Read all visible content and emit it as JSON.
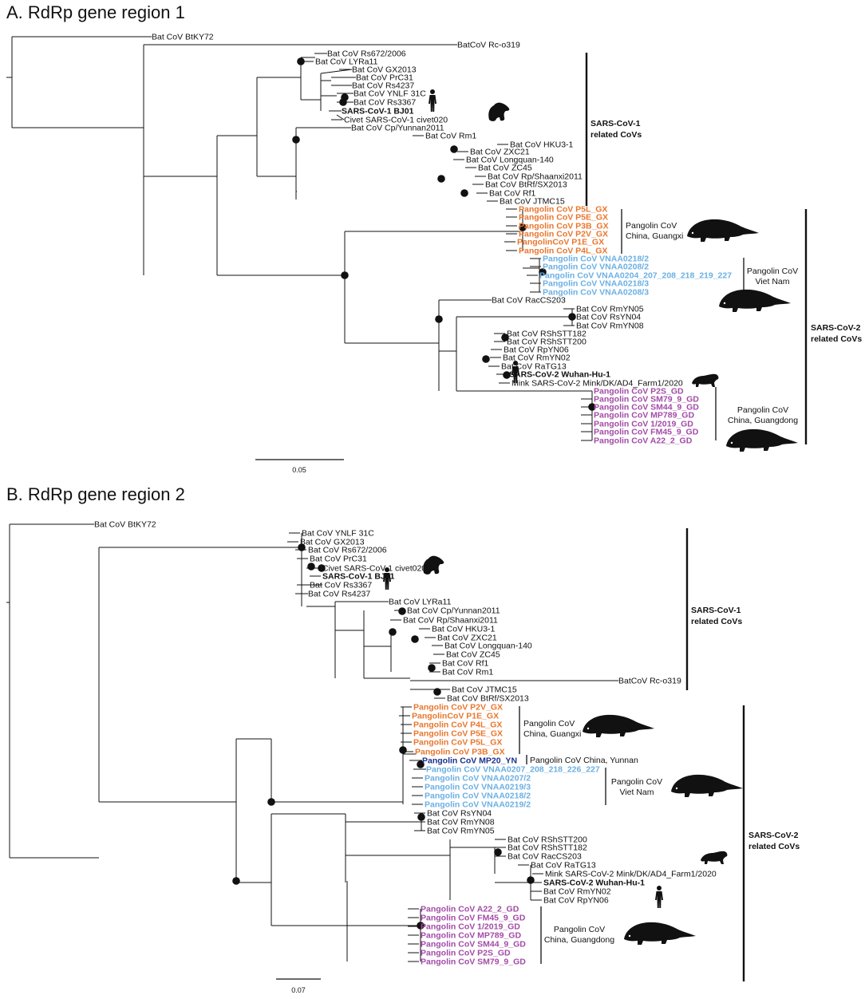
{
  "colors": {
    "black": "#111111",
    "orange": "#E8772E",
    "light_blue": "#6BB0E3",
    "purple": "#A24BA6",
    "dark_blue": "#1A2F8A"
  },
  "icons": {
    "human": "human-silhouette-icon",
    "civet": "civet-silhouette-icon",
    "mink": "mink-silhouette-icon",
    "pangolin": "pangolin-silhouette-icon"
  },
  "panelA": {
    "title": "A. RdRp gene region 1",
    "scale_label": "0.05",
    "leaves": [
      {
        "label": "Bat CoV BtKY72",
        "color": "black",
        "bold": false
      },
      {
        "label": "BatCoV Rc-o319",
        "color": "black",
        "bold": false
      },
      {
        "label": "Bat CoV Rs672/2006",
        "color": "black",
        "bold": false
      },
      {
        "label": "Bat CoV LYRa11",
        "color": "black",
        "bold": false
      },
      {
        "label": "Bat CoV GX2013",
        "color": "black",
        "bold": false
      },
      {
        "label": "Bat CoV PrC31",
        "color": "black",
        "bold": false
      },
      {
        "label": "Bat CoV Rs4237",
        "color": "black",
        "bold": false
      },
      {
        "label": "Bat CoV YNLF 31C",
        "color": "black",
        "bold": false
      },
      {
        "label": "Bat CoV Rs3367",
        "color": "black",
        "bold": false
      },
      {
        "label": "SARS-CoV-1 BJ01",
        "color": "black",
        "bold": true
      },
      {
        "label": "Civet SARS-CoV-1 civet020",
        "color": "black",
        "bold": false
      },
      {
        "label": "Bat CoV Cp/Yunnan2011",
        "color": "black",
        "bold": false
      },
      {
        "label": "Bat CoV Rm1",
        "color": "black",
        "bold": false
      },
      {
        "label": "Bat CoV HKU3-1",
        "color": "black",
        "bold": false
      },
      {
        "label": "Bat CoV ZXC21",
        "color": "black",
        "bold": false
      },
      {
        "label": "Bat CoV Longquan-140",
        "color": "black",
        "bold": false
      },
      {
        "label": "Bat CoV ZC45",
        "color": "black",
        "bold": false
      },
      {
        "label": "Bat CoV Rp/Shaanxi2011",
        "color": "black",
        "bold": false
      },
      {
        "label": "Bat CoV BtRf/SX2013",
        "color": "black",
        "bold": false
      },
      {
        "label": "Bat CoV Rf1",
        "color": "black",
        "bold": false
      },
      {
        "label": "Bat CoV JTMC15",
        "color": "black",
        "bold": false
      },
      {
        "label": "Pangolin CoV P5L_GX",
        "color": "orange",
        "bold": true
      },
      {
        "label": "Pangolin CoV P5E_GX",
        "color": "orange",
        "bold": true
      },
      {
        "label": "Pangolin CoV P3B_GX",
        "color": "orange",
        "bold": true
      },
      {
        "label": "Pangolin CoV P2V_GX",
        "color": "orange",
        "bold": true
      },
      {
        "label": "PangolinCoV P1E_GX",
        "color": "orange",
        "bold": true
      },
      {
        "label": "Pangolin CoV P4L_GX",
        "color": "orange",
        "bold": true
      },
      {
        "label": "Pangolin CoV VNAA0218/2",
        "color": "light_blue",
        "bold": true
      },
      {
        "label": "Pangolin CoV VNAA0208/2",
        "color": "light_blue",
        "bold": true
      },
      {
        "label": "Pangolin CoV VNAA0204_207_208_218_219_227",
        "color": "light_blue",
        "bold": true
      },
      {
        "label": "Pangolin CoV VNAA0218/3",
        "color": "light_blue",
        "bold": true
      },
      {
        "label": "Pangolin CoV VNAA0208/3",
        "color": "light_blue",
        "bold": true
      },
      {
        "label": "Bat CoV RacCS203",
        "color": "black",
        "bold": false
      },
      {
        "label": "Bat CoV RmYN05",
        "color": "black",
        "bold": false
      },
      {
        "label": "Bat CoV RsYN04",
        "color": "black",
        "bold": false
      },
      {
        "label": "Bat CoV RmYN08",
        "color": "black",
        "bold": false
      },
      {
        "label": "Bat CoV RShSTT182",
        "color": "black",
        "bold": false
      },
      {
        "label": "Bat CoV RShSTT200",
        "color": "black",
        "bold": false
      },
      {
        "label": "Bat CoV RpYN06",
        "color": "black",
        "bold": false
      },
      {
        "label": "Bat CoV RmYN02",
        "color": "black",
        "bold": false
      },
      {
        "label": "Bat CoV RaTG13",
        "color": "black",
        "bold": false
      },
      {
        "label": "SARS-CoV-2 Wuhan-Hu-1",
        "color": "black",
        "bold": true
      },
      {
        "label": "Mink SARS-CoV-2 Mink/DK/AD4_Farm1/2020",
        "color": "black",
        "bold": false
      },
      {
        "label": "Pangolin CoV P2S_GD",
        "color": "purple",
        "bold": true
      },
      {
        "label": "Pangolin CoV SM79_9_GD",
        "color": "purple",
        "bold": true
      },
      {
        "label": "Pangolin CoV SM44_9_GD",
        "color": "purple",
        "bold": true
      },
      {
        "label": "Pangolin CoV MP789_GD",
        "color": "purple",
        "bold": true
      },
      {
        "label": "Pangolin CoV 1/2019_GD",
        "color": "purple",
        "bold": true
      },
      {
        "label": "Pangolin CoV FM45_9_GD",
        "color": "purple",
        "bold": true
      },
      {
        "label": "Pangolin CoV A22_2_GD",
        "color": "purple",
        "bold": true
      }
    ],
    "clade_labels": [
      {
        "line1": "Pangolin CoV",
        "line2": "China, Guangxi"
      },
      {
        "line1": "Pangolin CoV",
        "line2": "Viet Nam"
      },
      {
        "line1": "Pangolin CoV",
        "line2": "China, Guangdong"
      }
    ],
    "groups": [
      {
        "line1": "SARS-CoV-1",
        "line2": "related CoVs"
      },
      {
        "line1": "SARS-CoV-2",
        "line2": "related CoVs"
      }
    ]
  },
  "panelB": {
    "title": "B. RdRp gene region 2",
    "scale_label": "0.07",
    "leaves": [
      {
        "label": "Bat CoV BtKY72",
        "color": "black",
        "bold": false
      },
      {
        "label": "Bat CoV YNLF 31C",
        "color": "black",
        "bold": false
      },
      {
        "label": "Bat CoV GX2013",
        "color": "black",
        "bold": false
      },
      {
        "label": "Bat CoV Rs672/2006",
        "color": "black",
        "bold": false
      },
      {
        "label": "Bat CoV PrC31",
        "color": "black",
        "bold": false
      },
      {
        "label": "Civet SARS-CoV-1 civet020",
        "color": "black",
        "bold": false
      },
      {
        "label": "SARS-CoV-1 BJ01",
        "color": "black",
        "bold": true
      },
      {
        "label": "Bat CoV Rs3367",
        "color": "black",
        "bold": false
      },
      {
        "label": "Bat CoV Rs4237",
        "color": "black",
        "bold": false
      },
      {
        "label": "Bat CoV LYRa11",
        "color": "black",
        "bold": false
      },
      {
        "label": "Bat CoV Cp/Yunnan2011",
        "color": "black",
        "bold": false
      },
      {
        "label": "Bat CoV Rp/Shaanxi2011",
        "color": "black",
        "bold": false
      },
      {
        "label": "Bat CoV HKU3-1",
        "color": "black",
        "bold": false
      },
      {
        "label": "Bat CoV ZXC21",
        "color": "black",
        "bold": false
      },
      {
        "label": "Bat CoV Longquan-140",
        "color": "black",
        "bold": false
      },
      {
        "label": "Bat CoV ZC45",
        "color": "black",
        "bold": false
      },
      {
        "label": "Bat CoV Rf1",
        "color": "black",
        "bold": false
      },
      {
        "label": "Bat CoV Rm1",
        "color": "black",
        "bold": false
      },
      {
        "label": "BatCoV Rc-o319",
        "color": "black",
        "bold": false
      },
      {
        "label": "Bat CoV JTMC15",
        "color": "black",
        "bold": false
      },
      {
        "label": "Bat CoV BtRf/SX2013",
        "color": "black",
        "bold": false
      },
      {
        "label": "Pangolin CoV P2V_GX",
        "color": "orange",
        "bold": true
      },
      {
        "label": "PangolinCoV P1E_GX",
        "color": "orange",
        "bold": true
      },
      {
        "label": "Pangolin CoV P4L_GX",
        "color": "orange",
        "bold": true
      },
      {
        "label": "Pangolin CoV P5E_GX",
        "color": "orange",
        "bold": true
      },
      {
        "label": "Pangolin CoV P5L_GX",
        "color": "orange",
        "bold": true
      },
      {
        "label": "Pangolin CoV P3B_GX",
        "color": "orange",
        "bold": true
      },
      {
        "label": "Pangolin CoV MP20_YN",
        "color": "dark_blue",
        "bold": true
      },
      {
        "label": "Pangolin CoV VNAA0207_208_218_226_227",
        "color": "light_blue",
        "bold": true
      },
      {
        "label": "Pangolin CoV VNAA0207/2",
        "color": "light_blue",
        "bold": true
      },
      {
        "label": "Pangolin CoV VNAA0219/3",
        "color": "light_blue",
        "bold": true
      },
      {
        "label": "Pangolin CoV VNAA0218/2",
        "color": "light_blue",
        "bold": true
      },
      {
        "label": "Pangolin CoV VNAA0219/2",
        "color": "light_blue",
        "bold": true
      },
      {
        "label": "Bat CoV RsYN04",
        "color": "black",
        "bold": false
      },
      {
        "label": "Bat CoV RmYN08",
        "color": "black",
        "bold": false
      },
      {
        "label": "Bat CoV RmYN05",
        "color": "black",
        "bold": false
      },
      {
        "label": "Bat CoV RShSTT200",
        "color": "black",
        "bold": false
      },
      {
        "label": "Bat CoV RShSTT182",
        "color": "black",
        "bold": false
      },
      {
        "label": "Bat CoV RacCS203",
        "color": "black",
        "bold": false
      },
      {
        "label": "Bat CoV RaTG13",
        "color": "black",
        "bold": false
      },
      {
        "label": "Mink SARS-CoV-2 Mink/DK/AD4_Farm1/2020",
        "color": "black",
        "bold": false
      },
      {
        "label": "SARS-CoV-2 Wuhan-Hu-1",
        "color": "black",
        "bold": true
      },
      {
        "label": "Bat CoV RmYN02",
        "color": "black",
        "bold": false
      },
      {
        "label": "Bat CoV RpYN06",
        "color": "black",
        "bold": false
      },
      {
        "label": "Pangolin CoV A22_2_GD",
        "color": "purple",
        "bold": true
      },
      {
        "label": "Pangolin CoV FM45_9_GD",
        "color": "purple",
        "bold": true
      },
      {
        "label": "Pangolin CoV 1/2019_GD",
        "color": "purple",
        "bold": true
      },
      {
        "label": "Pangolin CoV MP789_GD",
        "color": "purple",
        "bold": true
      },
      {
        "label": "Pangolin CoV SM44_9_GD",
        "color": "purple",
        "bold": true
      },
      {
        "label": "Pangolin CoV P2S_GD",
        "color": "purple",
        "bold": true
      },
      {
        "label": "Pangolin CoV SM79_9_GD",
        "color": "purple",
        "bold": true
      }
    ],
    "clade_labels": [
      {
        "line1": "Pangolin CoV",
        "line2": "China, Guangxi"
      },
      {
        "line1": "Pangolin CoV China, Yunnan",
        "line2": ""
      },
      {
        "line1": "Pangolin CoV",
        "line2": "Viet Nam"
      },
      {
        "line1": "Pangolin CoV",
        "line2": "China, Guangdong"
      }
    ],
    "groups": [
      {
        "line1": "SARS-CoV-1",
        "line2": "related CoVs"
      },
      {
        "line1": "SARS-CoV-2",
        "line2": "related CoVs"
      }
    ]
  }
}
